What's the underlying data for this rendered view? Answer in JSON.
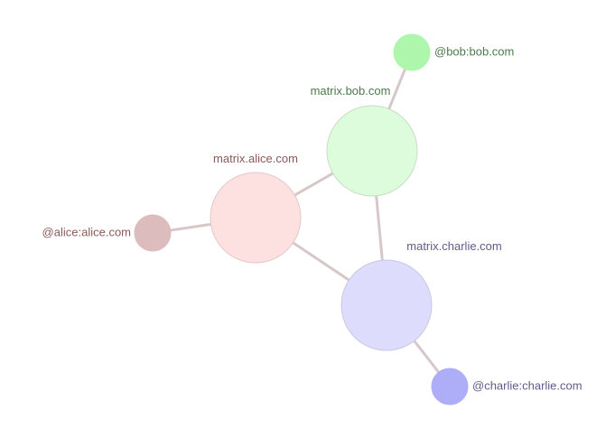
{
  "graph": {
    "nodes": [
      {
        "id": "bob-server",
        "label": "matrix.bob.com",
        "kind": "server",
        "fill": "#dcfcdc",
        "stroke": "#c9dcc9",
        "text_color": "#4c7a4c"
      },
      {
        "id": "alice-server",
        "label": "matrix.alice.com",
        "kind": "server",
        "fill": "#fde0e0",
        "stroke": "#e3c9c9",
        "text_color": "#8a5a5a"
      },
      {
        "id": "charlie-server",
        "label": "matrix.charlie.com",
        "kind": "server",
        "fill": "#dedcfc",
        "stroke": "#c9c7e6",
        "text_color": "#5f5c8c"
      },
      {
        "id": "bob-user",
        "label": "@bob:bob.com",
        "kind": "user",
        "fill": "#adf6ab",
        "stroke": "#adf6ab",
        "text_color": "#4c7a4c"
      },
      {
        "id": "alice-user",
        "label": "@alice:alice.com",
        "kind": "user",
        "fill": "#dcbcbc",
        "stroke": "#dcbcbc",
        "text_color": "#8a5a5a"
      },
      {
        "id": "charlie-user",
        "label": "@charlie:charlie.com",
        "kind": "user",
        "fill": "#adadf8",
        "stroke": "#adadf8",
        "text_color": "#5f5c8c"
      }
    ],
    "edges": [
      {
        "from": "alice-server",
        "to": "bob-server"
      },
      {
        "from": "alice-server",
        "to": "charlie-server"
      },
      {
        "from": "bob-server",
        "to": "charlie-server"
      },
      {
        "from": "bob-server",
        "to": "bob-user"
      },
      {
        "from": "alice-server",
        "to": "alice-user"
      },
      {
        "from": "charlie-server",
        "to": "charlie-user"
      }
    ]
  }
}
